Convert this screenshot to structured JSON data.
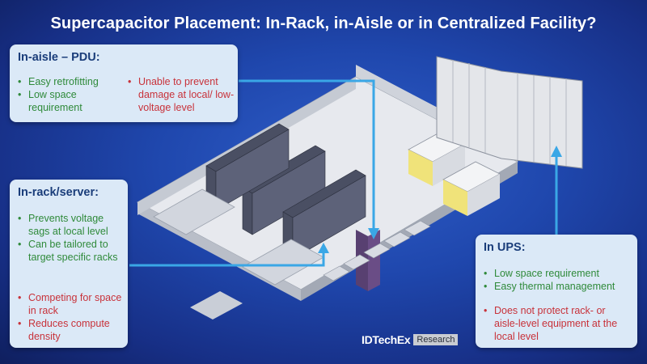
{
  "title": "Supercapacitor Placement: In-Rack, in-Aisle or in Centralized Facility?",
  "boxes": {
    "aisle": {
      "title": "In-aisle – PDU:",
      "pros": [
        "Easy retrofitting",
        "Low space requirement"
      ],
      "cons": [
        "Unable to prevent damage at local/ low-voltage level"
      ]
    },
    "rack": {
      "title": "In-rack/server:",
      "pros": [
        "Prevents voltage sags at local level",
        "Can be tailored to target specific racks"
      ],
      "cons": [
        "Competing for space in rack",
        "Reduces compute density"
      ]
    },
    "ups": {
      "title": "In UPS:",
      "pros": [
        "Low space requirement",
        "Easy thermal management"
      ],
      "cons": [
        "Does not protect rack- or aisle-level equipment at the local level"
      ]
    }
  },
  "logo": {
    "main": "IDTechEx",
    "sub": "Research"
  },
  "colors": {
    "background": "#1f47ad",
    "arrow": "#3aa7e6",
    "box": "#dbe9f7",
    "pro": "#2f8a3a",
    "con": "#c8323a"
  }
}
